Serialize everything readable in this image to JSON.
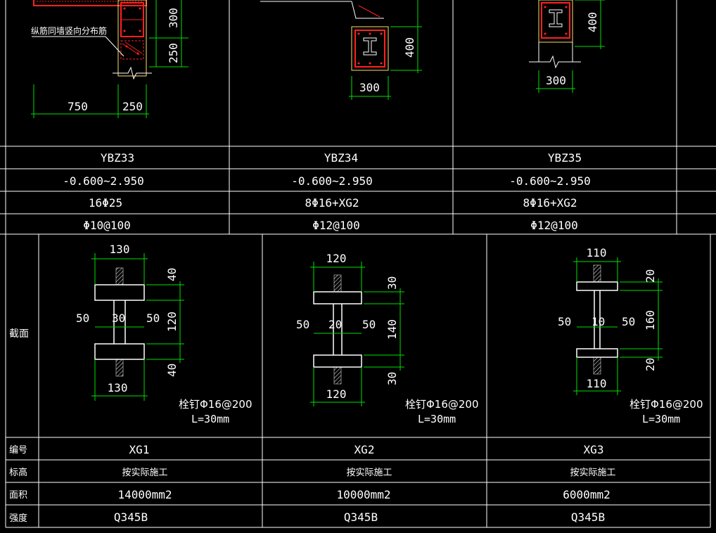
{
  "colors": {
    "background": "#000000",
    "line": "#ffffff",
    "dimension": "#00e000",
    "rebar": "#ff2020",
    "concrete": "#ffe066",
    "steel": "#ffffff"
  },
  "top_section": {
    "ybz33": {
      "note": "纵筋同墙竖向分布筋",
      "dims": {
        "d300": "300",
        "d250v": "250",
        "d750": "750",
        "d250h": "250"
      }
    },
    "ybz34": {
      "dims": {
        "d400": "400",
        "d300": "300"
      }
    },
    "ybz35": {
      "dims": {
        "d400": "400",
        "d300": "300"
      }
    },
    "rows": [
      [
        "YBZ33",
        "YBZ34",
        "YBZ35"
      ],
      [
        "-0.600~2.950",
        "-0.600~2.950",
        "-0.600~2.950"
      ],
      [
        "16Φ25",
        "8Φ16+XG2",
        "8Φ16+XG2"
      ],
      [
        "Φ10@100",
        "Φ12@100",
        "Φ12@100"
      ]
    ]
  },
  "steel_table": {
    "section_label": "截面",
    "sections": [
      {
        "id": "xg1",
        "dims": {
          "top_width": "130",
          "bottom_width": "130",
          "flange_top": "40",
          "web_height": "120",
          "flange_bottom": "40",
          "left": "50",
          "web": "30",
          "right": "50"
        },
        "stud": "栓钉Φ16@200",
        "stud_len": "L=30mm"
      },
      {
        "id": "xg2",
        "dims": {
          "top_width": "120",
          "bottom_width": "120",
          "flange_top": "30",
          "web_height": "140",
          "flange_bottom": "30",
          "left": "50",
          "web": "20",
          "right": "50"
        },
        "stud": "栓钉Φ16@200",
        "stud_len": "L=30mm"
      },
      {
        "id": "xg3",
        "dims": {
          "top_width": "110",
          "bottom_width": "110",
          "flange_top": "20",
          "web_height": "160",
          "flange_bottom": "20",
          "left": "50",
          "web": "10",
          "right": "50"
        },
        "stud": "栓钉Φ16@200",
        "stud_len": "L=30mm"
      }
    ],
    "rows": [
      {
        "label": "编号",
        "values": [
          "XG1",
          "XG2",
          "XG3"
        ]
      },
      {
        "label": "标高",
        "values": [
          "按实际施工",
          "按实际施工",
          "按实际施工"
        ]
      },
      {
        "label": "面积",
        "values": [
          "14000mm2",
          "10000mm2",
          "6000mm2"
        ]
      },
      {
        "label": "强度",
        "values": [
          "Q345B",
          "Q345B",
          "Q345B"
        ]
      }
    ]
  }
}
